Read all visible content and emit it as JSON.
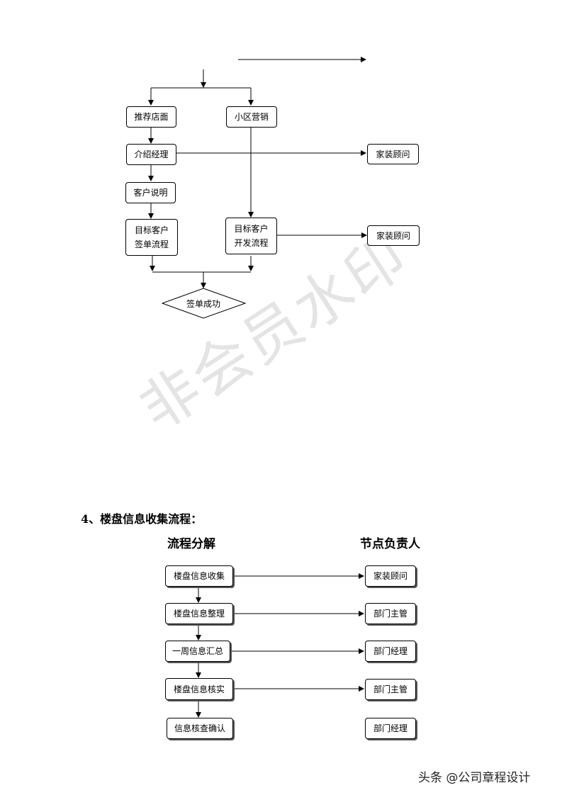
{
  "watermark": "非会员水印",
  "flow1": {
    "recommend_store": "推荐店面",
    "community_marketing": "小区营销",
    "introduce_manager": "介绍经理",
    "home_consultant_1": "家装顾问",
    "customer_explain": "客户说明",
    "target_sign_line1": "目标客户",
    "target_sign_line2": "签单流程",
    "target_dev_line1": "目标客户",
    "target_dev_line2": "开发流程",
    "home_consultant_2": "家装顾问",
    "sign_success": "签单成功"
  },
  "section4": {
    "heading": "4、楼盘信息收集流程：",
    "col_left": "流程分解",
    "col_right": "节点负责人",
    "steps": [
      {
        "step": "楼盘信息收集",
        "owner": "家装顾问"
      },
      {
        "step": "楼盘信息整理",
        "owner": "部门主管"
      },
      {
        "step": "一周信息汇总",
        "owner": "部门经理"
      },
      {
        "step": "楼盘信息核实",
        "owner": "部门主管"
      },
      {
        "step": "信息核查确认",
        "owner": "部门经理"
      }
    ]
  },
  "footer": "头条 @公司章程设计"
}
